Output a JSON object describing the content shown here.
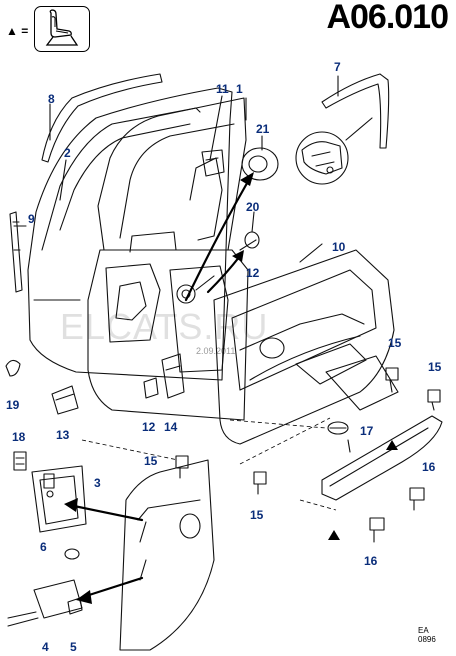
{
  "diagram": {
    "code": "A06.010",
    "legend_mark": "▲ =",
    "legend_icon": "seat-icon",
    "watermark": "ELCATS.RU",
    "watermark_date": "2.09.2011",
    "stamp_line1": "EA",
    "stamp_line2": "0896",
    "label_color": "#0a2d7a",
    "callouts": [
      "1",
      "2",
      "3",
      "4",
      "5",
      "6",
      "7",
      "8",
      "9",
      "10",
      "11",
      "12",
      "12",
      "13",
      "14",
      "15",
      "15",
      "15",
      "15",
      "16",
      "16",
      "17",
      "18",
      "19",
      "20",
      "21"
    ]
  }
}
